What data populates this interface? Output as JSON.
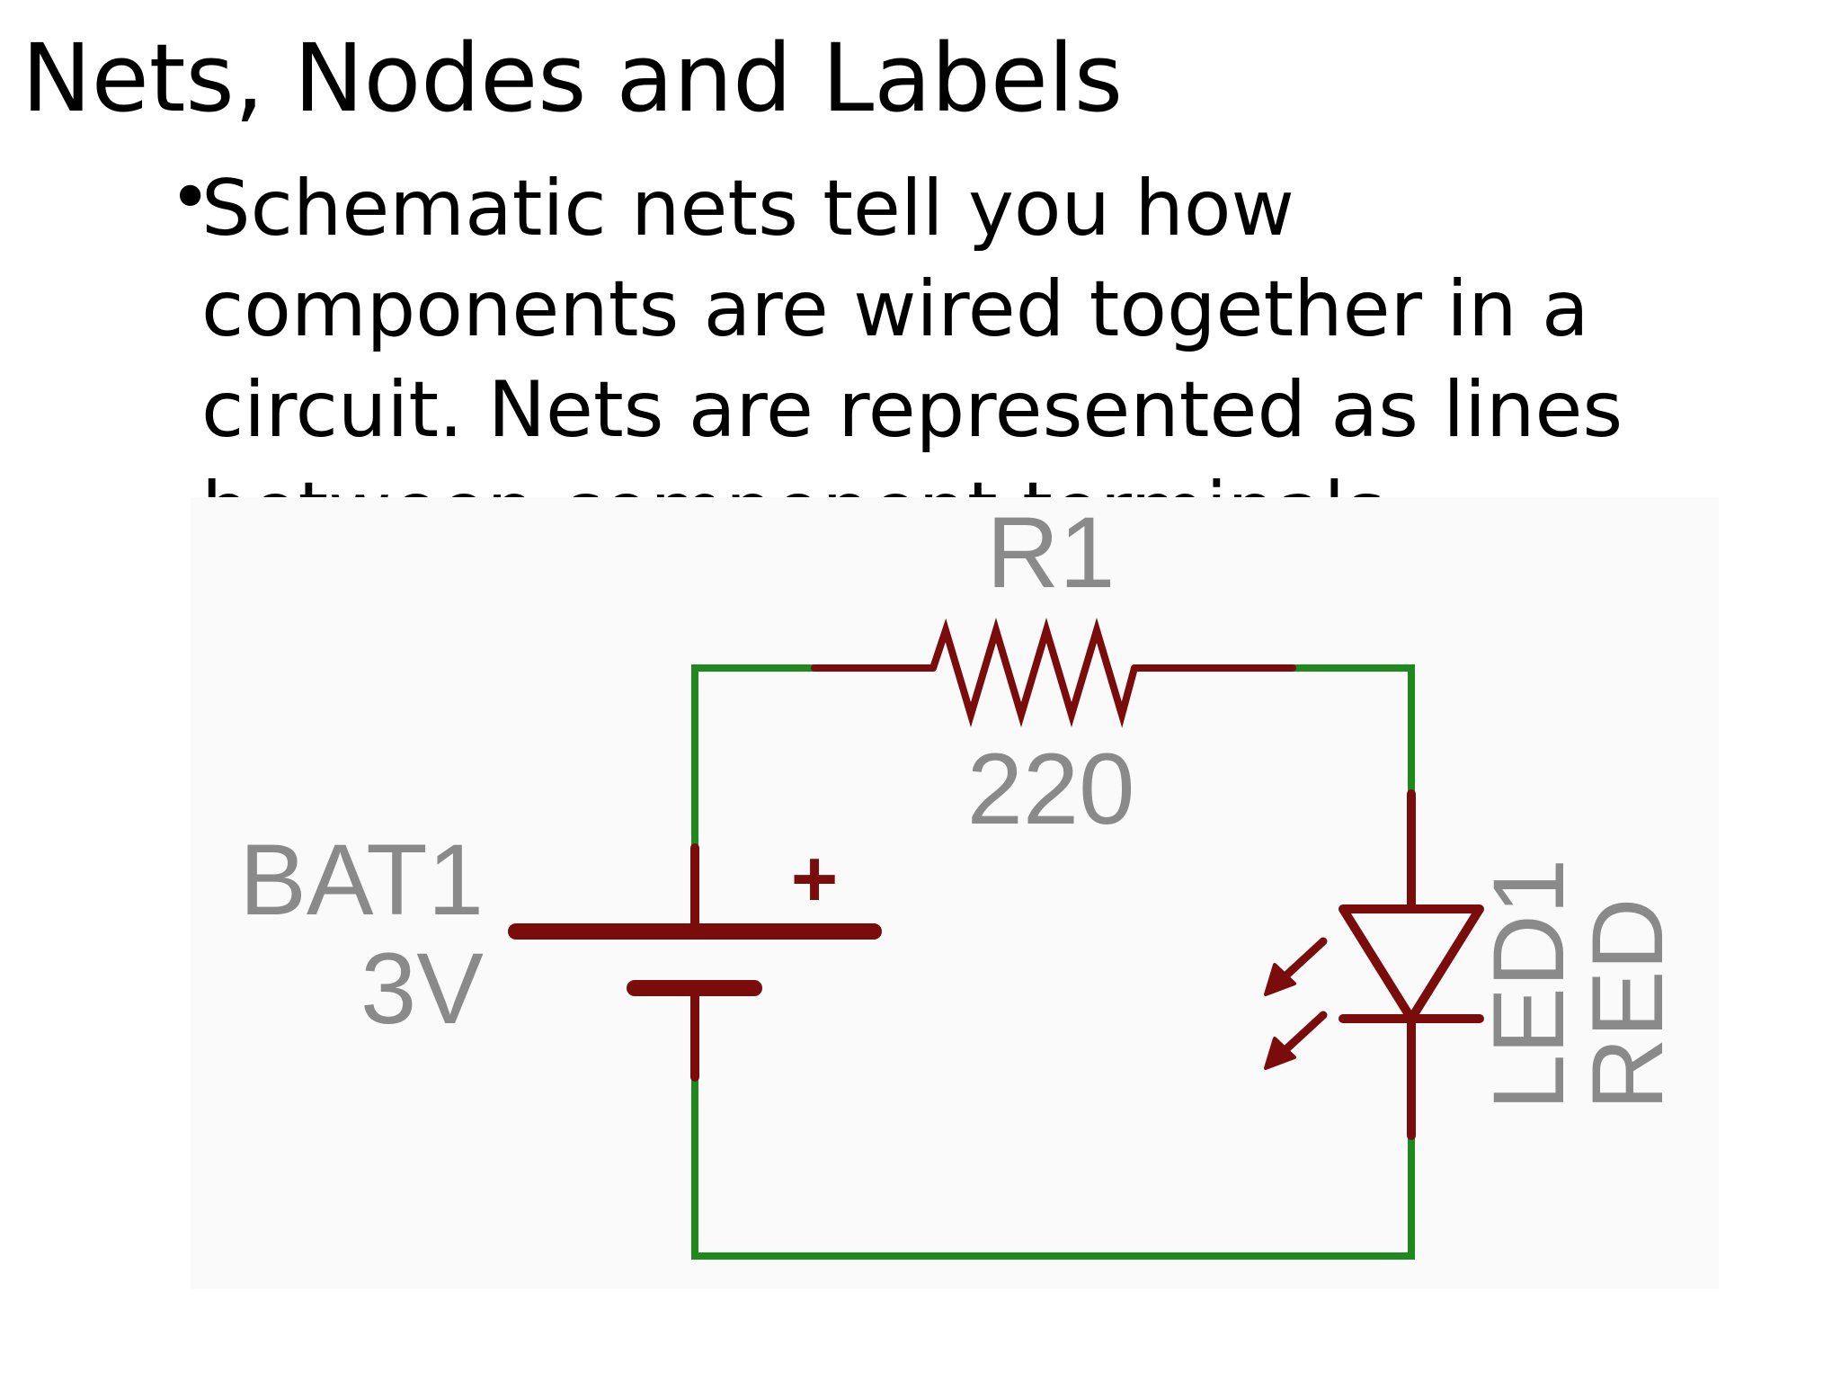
{
  "slide": {
    "title": "Nets, Nodes and Labels",
    "bullet": "Schematic nets tell you how components are wired together in a circuit. Nets are represented as lines between component terminals."
  },
  "diagram": {
    "resistor": {
      "ref": "R1",
      "value": "220"
    },
    "battery": {
      "ref": "BAT1",
      "value": "3V",
      "polarity": "+"
    },
    "led": {
      "ref": "LED1",
      "value": "RED"
    },
    "colors": {
      "net": "#1e8a1e",
      "component": "#7a0c0c",
      "label": "#8a8a8a",
      "background": "#fafafa"
    }
  }
}
